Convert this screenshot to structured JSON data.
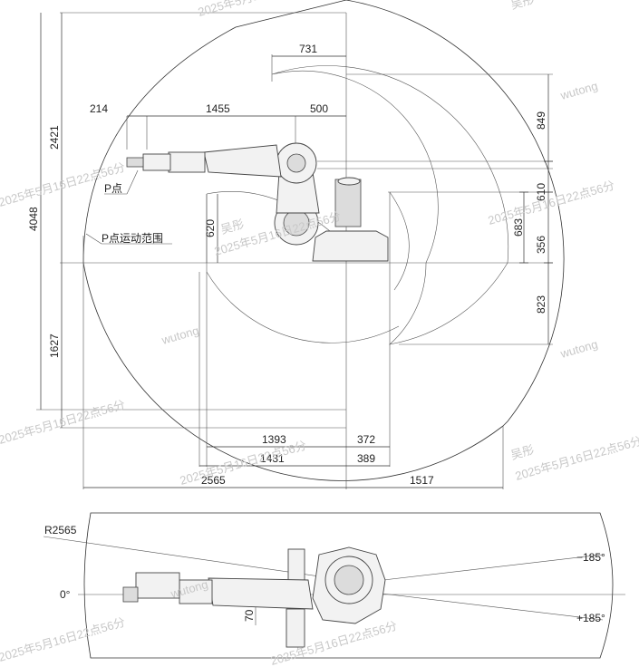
{
  "side_view": {
    "dims": {
      "d731": "731",
      "d214": "214",
      "d1455": "1455",
      "d500": "500",
      "d849": "849",
      "d610": "610",
      "d683": "683",
      "d356": "356",
      "d823": "823",
      "d4048": "4048",
      "d2421": "2421",
      "d1627": "1627",
      "d620": "620",
      "d1393": "1393",
      "d372": "372",
      "d1431": "1431",
      "d389": "389",
      "d2565": "2565",
      "d1517": "1517"
    },
    "labels": {
      "p_point": "P点",
      "p_range": "P点运动范围"
    }
  },
  "top_view": {
    "radius": "R2565",
    "angle_zero": "0°",
    "angle_minus": "−185°",
    "angle_plus": "+185°",
    "offset": "70"
  },
  "watermark": {
    "name": "吴彤",
    "date": "2025年5月16日22点56分",
    "user": "wutong"
  }
}
